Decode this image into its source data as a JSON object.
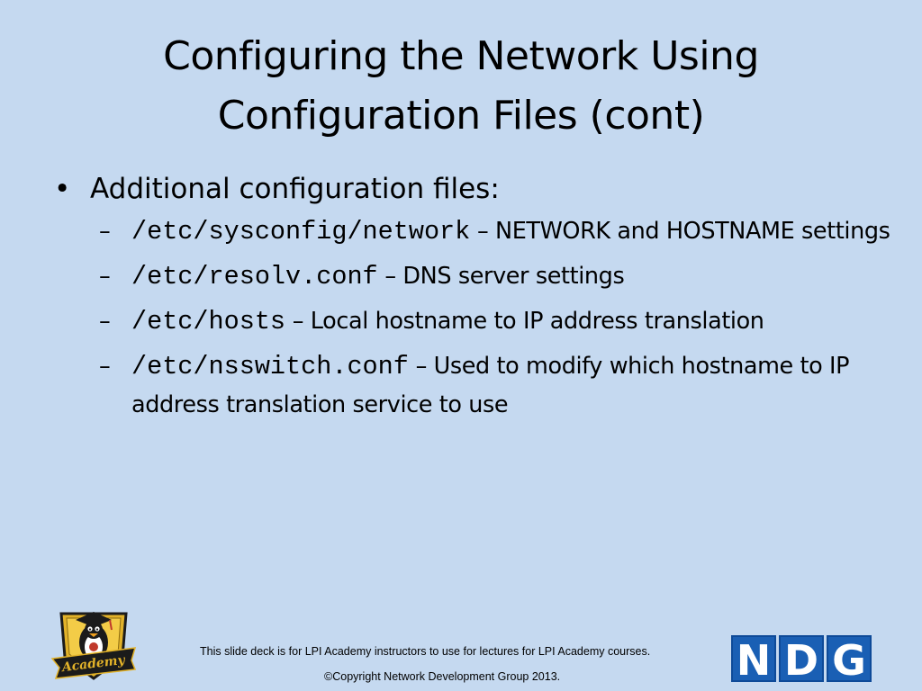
{
  "slide": {
    "title_line1": "Configuring the Network Using",
    "title_line2": "Configuration Files (cont)",
    "bullet": {
      "symbol": "•",
      "text": "Additional configuration files:"
    },
    "sub_bullets": [
      {
        "symbol": "–",
        "path": "/etc/sysconfig/network",
        "description": " – NETWORK and HOSTNAME settings"
      },
      {
        "symbol": "–",
        "path": "/etc/resolv.conf",
        "description": " – DNS server settings"
      },
      {
        "symbol": "–",
        "path": "/etc/hosts",
        "description": " – Local hostname to IP address translation"
      },
      {
        "symbol": "–",
        "path": "/etc/nsswitch.conf",
        "description": " – Used to modify which hostname to IP address translation service to use"
      }
    ]
  },
  "footer": {
    "note": "This slide deck  is  for LPI Academy  instructors to use for lectures for LPI Academy courses.",
    "copyright": "©Copyright Network Development Group 2013.",
    "academy_logo_text": "Academy",
    "ndg_letters": [
      "N",
      "D",
      "G"
    ]
  },
  "colors": {
    "background": "#c5d9f0",
    "ndg_blue": "#1a5fb4",
    "academy_gold": "#e2b229",
    "academy_black": "#1b1b1b"
  }
}
